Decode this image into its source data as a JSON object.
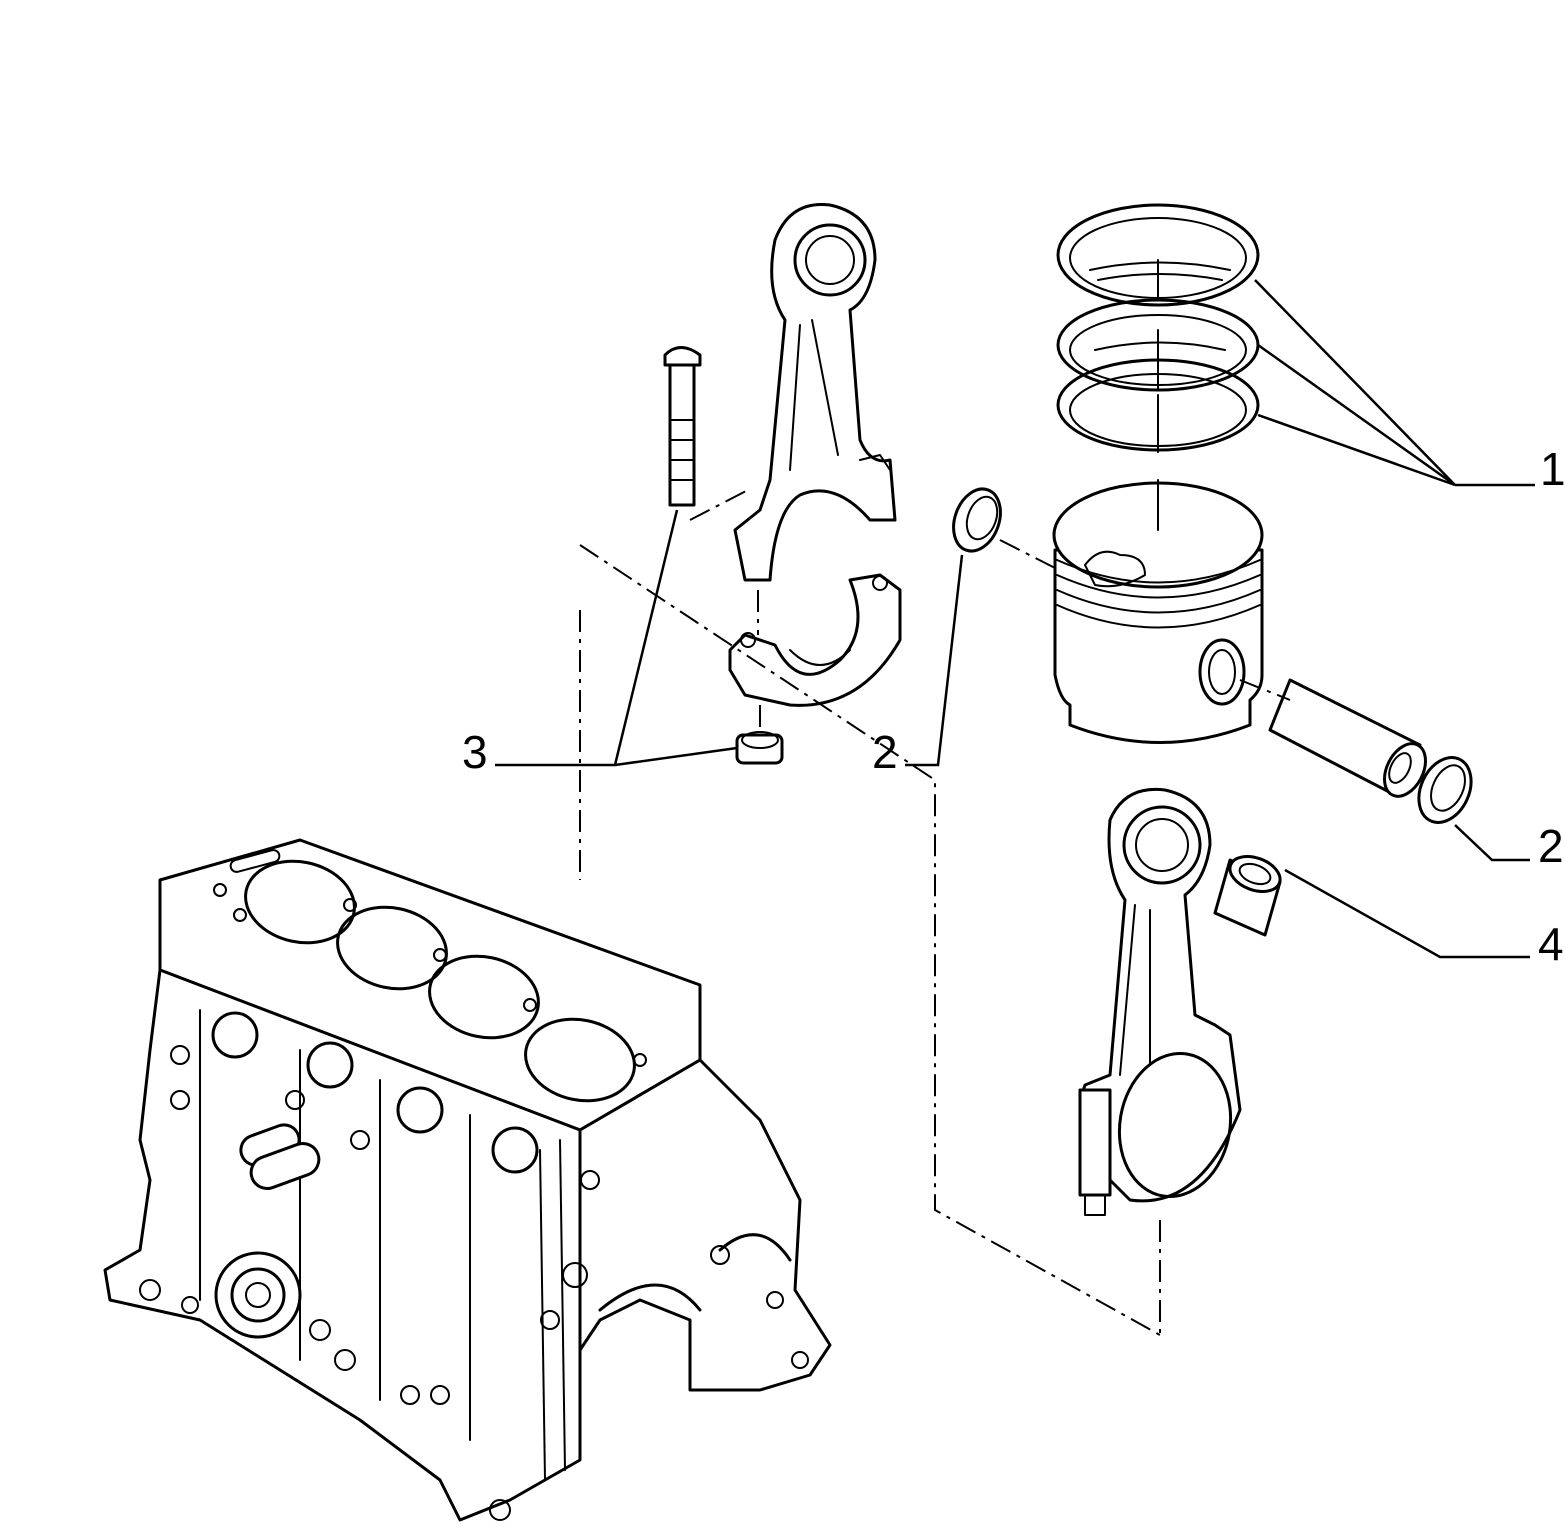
{
  "diagram": {
    "parts": [
      {
        "id": "piston-rings",
        "label": "1"
      },
      {
        "id": "circlip-left",
        "label": "2"
      },
      {
        "id": "circlip-right",
        "label": "2"
      },
      {
        "id": "bolt-and-nut",
        "label": "3"
      },
      {
        "id": "small-end-bushing",
        "label": "4"
      }
    ]
  }
}
